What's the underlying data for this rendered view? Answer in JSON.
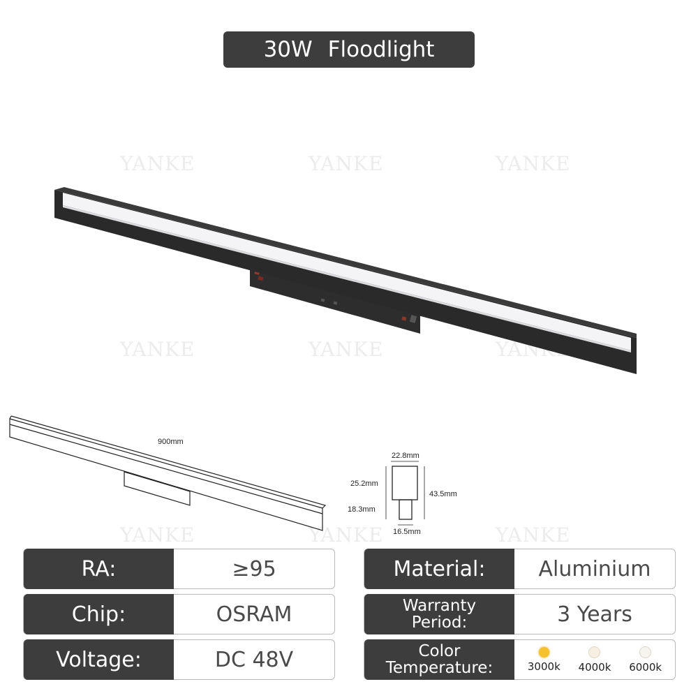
{
  "header": {
    "watt": "30W",
    "title": "Floodlight"
  },
  "watermark": "YANKE",
  "dimensions": {
    "length": "900mm",
    "width": "22.8mm",
    "body_height": "25.2mm",
    "total_height": "43.5mm",
    "base_height": "18.3mm",
    "base_width": "16.5mm"
  },
  "specs": {
    "ra": {
      "label": "RA:",
      "value": "≥95"
    },
    "chip": {
      "label": "Chip:",
      "value": "OSRAM"
    },
    "voltage": {
      "label": "Voltage:",
      "value": "DC 48V"
    },
    "material": {
      "label": "Material:",
      "value": "Aluminium"
    },
    "warranty": {
      "label_line1": "Warranty",
      "label_line2": "Period:",
      "value": "3 Years"
    },
    "color_temp": {
      "label_line1": "Color",
      "label_line2": "Temperature:",
      "options": [
        {
          "name": "3000k",
          "color": "#f5c12e"
        },
        {
          "name": "4000k",
          "color": "#f7efe2"
        },
        {
          "name": "6000k",
          "color": "#f6f4ef"
        }
      ]
    }
  },
  "colors": {
    "panel_dark": "#3d3d3d",
    "fixture": "#2a2a2a"
  }
}
